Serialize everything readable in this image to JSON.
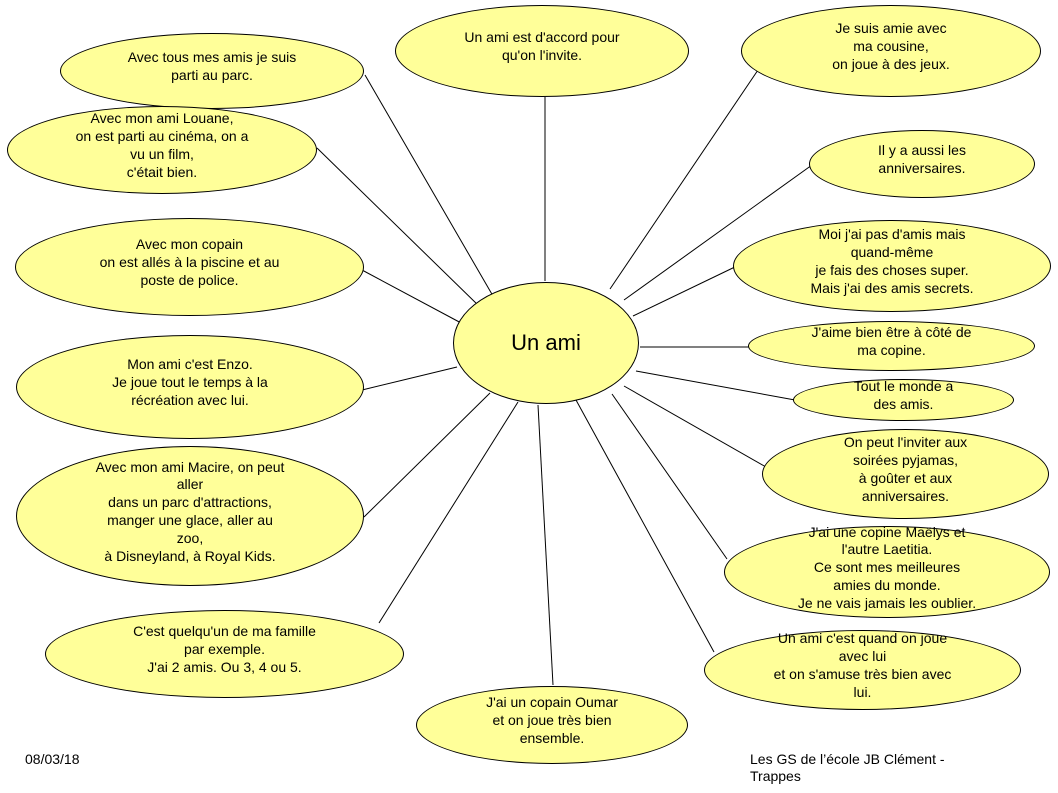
{
  "diagram": {
    "center": "Un ami",
    "bubbles": [
      {
        "id": "b1",
        "text": "Avec tous mes amis je suis\nparti au parc."
      },
      {
        "id": "b2",
        "text": "Un ami est d'accord pour\nqu'on l'invite."
      },
      {
        "id": "b3",
        "text": "Je suis amie avec\nma cousine,\non joue à des jeux."
      },
      {
        "id": "b4",
        "text": "Avec mon ami Louane,\non est parti au cinéma, on a\nvu un film,\nc'était bien."
      },
      {
        "id": "b5",
        "text": "Il y a aussi les\nanniversaires."
      },
      {
        "id": "b6",
        "text": "Avec mon copain\non est allés à la piscine et au\nposte de police."
      },
      {
        "id": "b7",
        "text": "Moi j'ai pas d'amis mais\nquand-même\nje fais des choses super.\nMais j'ai des amis secrets."
      },
      {
        "id": "b8",
        "text": "J'aime bien être à côté de\nma copine."
      },
      {
        "id": "b9",
        "text": "Mon ami c'est Enzo.\nJe joue tout le temps à la\nrécréation avec lui."
      },
      {
        "id": "b10",
        "text": "Tout le monde a\ndes amis."
      },
      {
        "id": "b11",
        "text": "Avec mon ami Macire, on peut\naller\ndans un parc d'attractions,\nmanger une glace, aller au\nzoo,\nà Disneyland,  à Royal Kids."
      },
      {
        "id": "b12",
        "text": "On peut l'inviter aux\nsoirées pyjamas,\nà goûter et aux\nanniversaires."
      },
      {
        "id": "b13",
        "text": "J'ai une copine Maëlys et\nl'autre Laetitia.\nCe sont mes meilleures\namies du monde.\nJe ne vais jamais les oublier."
      },
      {
        "id": "b14",
        "text": "C'est quelqu'un  de ma famille\npar exemple.\nJ'ai 2 amis. Ou 3, 4 ou 5."
      },
      {
        "id": "b15",
        "text": "Un ami c'est quand on joue\navec lui\net on s'amuse très bien avec\nlui."
      },
      {
        "id": "b16",
        "text": "J'ai un copain Oumar\net on joue très bien\nensemble."
      }
    ]
  },
  "footer": {
    "date": "08/03/18",
    "credit": "Les GS de l’école JB Clément -\nTrappes"
  },
  "colors": {
    "bubble_fill": "#ffff99",
    "line": "#000000"
  }
}
